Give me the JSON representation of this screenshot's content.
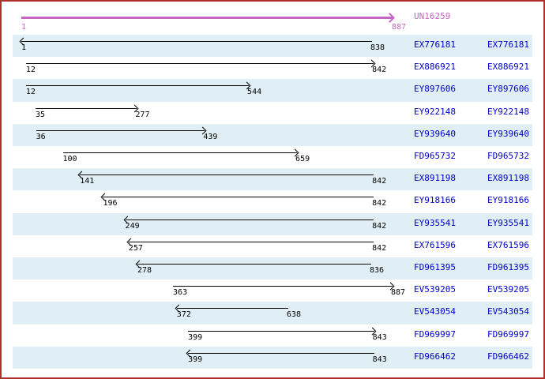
{
  "colors": {
    "border": "#b03030",
    "band": "#e0eef5",
    "accession_link": "#0000cc",
    "consensus": "#c466c4",
    "alignment_line": "#000000"
  },
  "chart_data": {
    "type": "bar",
    "variant": "horizontal-range-alignment-map",
    "title": "",
    "xlabel": "",
    "ylabel": "",
    "axis": {
      "min": 1,
      "max": 887
    },
    "grid": false,
    "legend_position": "none",
    "consensus": {
      "name": "UN16259",
      "start": 1,
      "end": 887,
      "direction": "right"
    },
    "series": [
      {
        "name": "EX776181",
        "start": 1,
        "end": 838,
        "direction": "left"
      },
      {
        "name": "EX886921",
        "start": 12,
        "end": 842,
        "direction": "right"
      },
      {
        "name": "EY897606",
        "start": 12,
        "end": 544,
        "direction": "right"
      },
      {
        "name": "EY922148",
        "start": 35,
        "end": 277,
        "direction": "right"
      },
      {
        "name": "EY939640",
        "start": 36,
        "end": 439,
        "direction": "right"
      },
      {
        "name": "FD965732",
        "start": 100,
        "end": 659,
        "direction": "right"
      },
      {
        "name": "EX891198",
        "start": 141,
        "end": 842,
        "direction": "left"
      },
      {
        "name": "EY918166",
        "start": 196,
        "end": 842,
        "direction": "left"
      },
      {
        "name": "EY935541",
        "start": 249,
        "end": 842,
        "direction": "left"
      },
      {
        "name": "EX761596",
        "start": 257,
        "end": 842,
        "direction": "left"
      },
      {
        "name": "FD961395",
        "start": 278,
        "end": 836,
        "direction": "left"
      },
      {
        "name": "EV539205",
        "start": 363,
        "end": 887,
        "direction": "right"
      },
      {
        "name": "EV543054",
        "start": 372,
        "end": 638,
        "direction": "left"
      },
      {
        "name": "FD969997",
        "start": 399,
        "end": 843,
        "direction": "right"
      },
      {
        "name": "FD966462",
        "start": 399,
        "end": 843,
        "direction": "left"
      }
    ]
  }
}
